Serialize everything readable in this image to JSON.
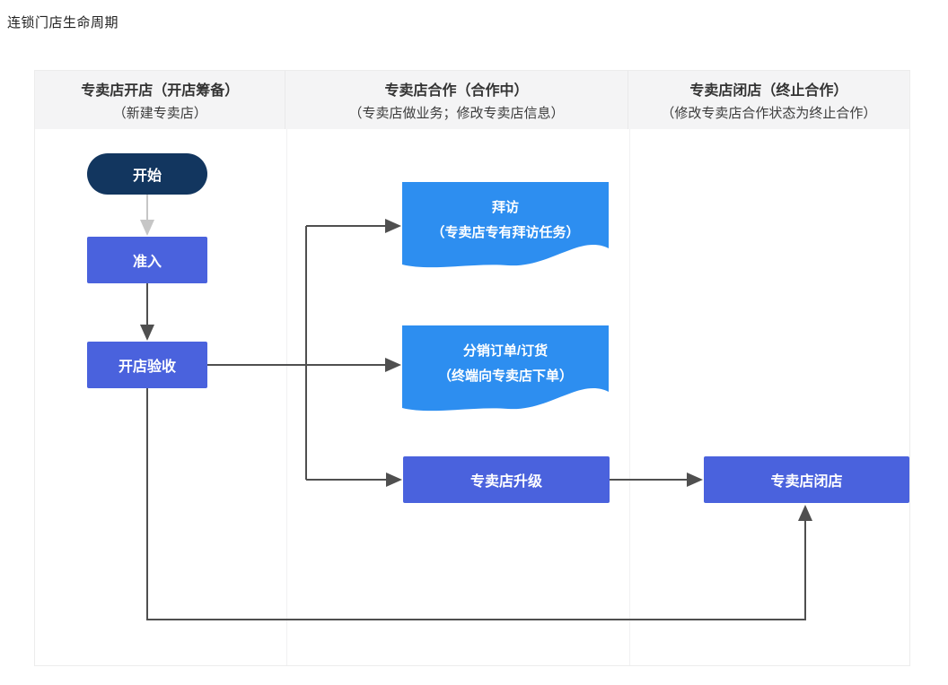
{
  "page": {
    "title": "连锁门店生命周期"
  },
  "columns": [
    {
      "id": "opening",
      "title": "专卖店开店（开店筹备）",
      "subtitle": "（新建专卖店）"
    },
    {
      "id": "cooperation",
      "title": "专卖店合作（合作中）",
      "subtitle": "（专卖店做业务；修改专卖店信息）"
    },
    {
      "id": "closing",
      "title": "专卖店闭店（终止合作）",
      "subtitle": "（修改专卖店合作状态为终止合作）"
    }
  ],
  "nodes": {
    "start": {
      "label": "开始",
      "shape": "pill"
    },
    "admission": {
      "label": "准入",
      "shape": "rect"
    },
    "acceptance": {
      "label": "开店验收",
      "shape": "rect"
    },
    "visit": {
      "label": "拜访",
      "sublabel": "（专卖店专有拜访任务）",
      "shape": "document"
    },
    "order": {
      "label": "分销订单/订货",
      "sublabel": "（终端向专卖店下单）",
      "shape": "document"
    },
    "upgrade": {
      "label": "专卖店升级",
      "shape": "rect"
    },
    "close_store": {
      "label": "专卖店闭店",
      "shape": "rect"
    }
  },
  "edges": [
    {
      "from": "start",
      "to": "admission"
    },
    {
      "from": "admission",
      "to": "acceptance"
    },
    {
      "from": "acceptance",
      "to": "visit"
    },
    {
      "from": "acceptance",
      "to": "order"
    },
    {
      "from": "acceptance",
      "to": "upgrade"
    },
    {
      "from": "upgrade",
      "to": "close_store"
    },
    {
      "from": "acceptance",
      "to": "close_store"
    }
  ],
  "colors": {
    "navy": "#12365f",
    "royal-blue": "#4a62dd",
    "sky-blue": "#2d8ef0",
    "connector": "#4f4f4f",
    "connector-light": "#c6c6c6",
    "header-bg": "#f4f4f5"
  }
}
